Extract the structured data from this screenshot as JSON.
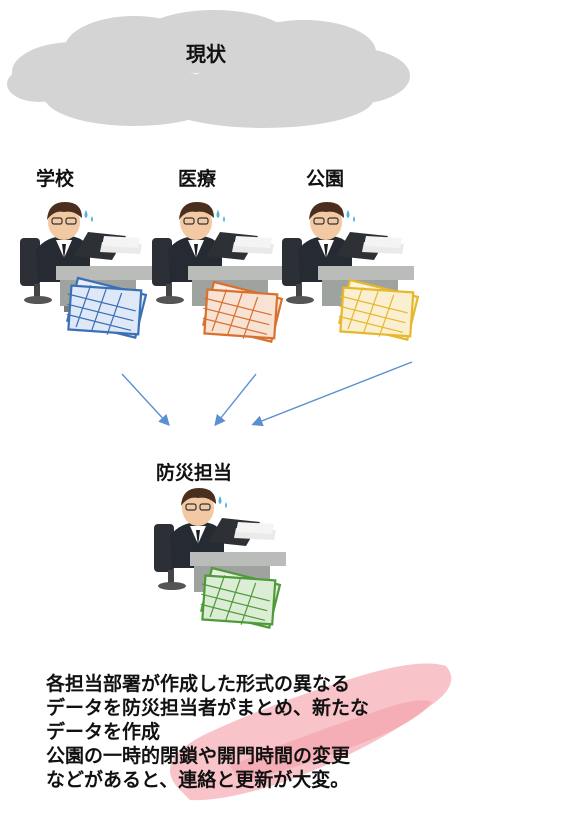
{
  "header": {
    "title": "現状"
  },
  "departments": [
    {
      "label": "学校",
      "sheet_color": "#3b6fb6"
    },
    {
      "label": "医療",
      "sheet_color": "#d8702f"
    },
    {
      "label": "公園",
      "sheet_color": "#e6b82c"
    }
  ],
  "hub": {
    "label": "防災担当",
    "sheet_color": "#4f9a3a"
  },
  "caption": {
    "lines": [
      "各担当部署が作成した形式の異なる",
      "データを防災担当者がまとめ、新たな",
      "データを作成",
      "公園の一時的閉鎖や開門時間の変更",
      "などがあると、連絡と更新が大変。"
    ],
    "highlight_color": "#f7b8bf"
  },
  "colors": {
    "cloud": "#d4d4d4",
    "arrow": "#5b8fd0"
  }
}
